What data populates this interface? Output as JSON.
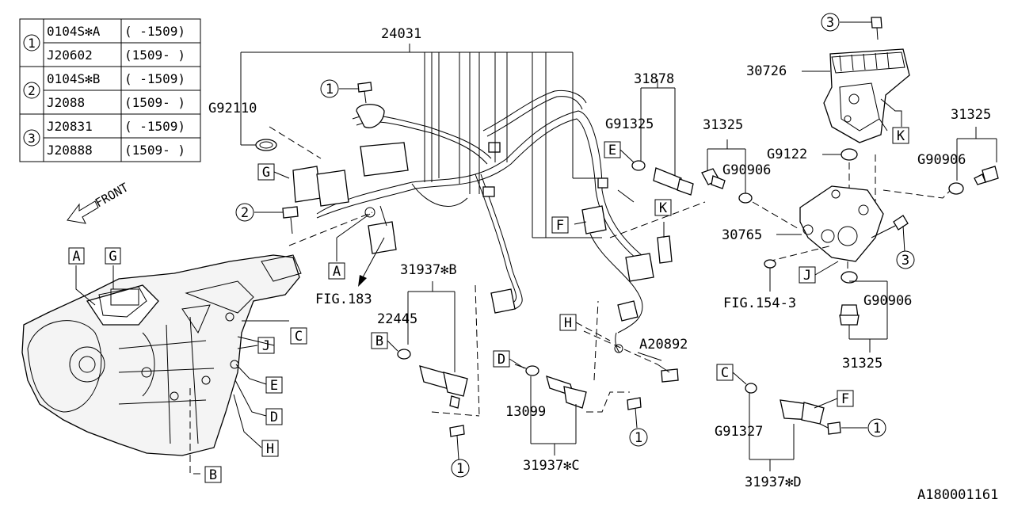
{
  "table": {
    "rows": [
      {
        "num": "1",
        "part": "0104S✻A",
        "range": "( -1509)"
      },
      {
        "num": "",
        "part": "J20602",
        "range": "(1509- )"
      },
      {
        "num": "2",
        "part": "0104S✻B",
        "range": "( -1509)"
      },
      {
        "num": "",
        "part": "J2088",
        "range": "(1509- )"
      },
      {
        "num": "3",
        "part": "J20831",
        "range": "( -1509)"
      },
      {
        "num": "",
        "part": "J20888",
        "range": "(1509- )"
      }
    ]
  },
  "front_label": "FRONT",
  "fig_refs": {
    "fig183": "FIG.183",
    "fig154": "FIG.154-3"
  },
  "diagram_id": "A180001161",
  "part_labels": {
    "p24031": "24031",
    "g92110": "G92110",
    "p31878": "31878",
    "g91325": "G91325",
    "p31325_a": "31325",
    "g90906_a": "G90906",
    "p30726": "30726",
    "g9122": "G9122",
    "p31325_b": "31325",
    "g90906_b": "G90906",
    "p30765": "30765",
    "g90906_c": "G90906",
    "p31325_c": "31325",
    "p31937b": "31937✻B",
    "p22445": "22445",
    "p13099": "13099",
    "p31937c": "31937✻C",
    "a20892": "A20892",
    "g91327": "G91327",
    "p31937d": "31937✻D"
  },
  "callouts": {
    "c1_top": "1",
    "c2_left": "2",
    "c3_top": "3",
    "c3_right": "3",
    "c1_b": "1",
    "c1_c": "1",
    "c1_d": "1"
  },
  "letters": {
    "A1": "A",
    "G1": "G",
    "C1": "C",
    "J1": "J",
    "E1": "E",
    "D1": "D",
    "H1": "H",
    "B1": "B",
    "G2": "G",
    "A2": "A",
    "E2": "E",
    "F2": "F",
    "K2": "K",
    "K3": "K",
    "J2": "J",
    "B2": "B",
    "D2": "D",
    "H2": "H",
    "C2": "C",
    "F3": "F"
  }
}
